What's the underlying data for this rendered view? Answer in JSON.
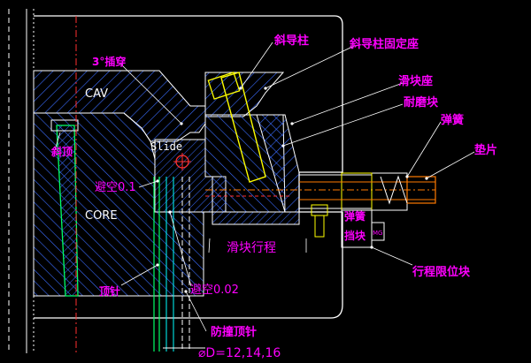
{
  "labels": {
    "guide_pin": "斜导柱",
    "guide_pin_seat": "斜导柱固定座",
    "insert_angle": "3°插穿",
    "slide_seat": "滑块座",
    "wear_block": "耐磨块",
    "spring": "弹簧",
    "shim": "垫片",
    "lifter": "斜顶",
    "cav": "CAV",
    "slide": "Slide",
    "core": "CORE",
    "clearance_01": "避空0.1",
    "spring_stopper": "弹簧\n挡块",
    "stroke": "滑块行程",
    "stroke_limit": "行程限位块",
    "ejector_pin": "顶针",
    "clearance_002": "避空0.02",
    "anti_collision_pin": "防撞顶针",
    "diameter": "⌀D=12,14,16",
    "mg": "MG"
  },
  "colors": {
    "background": "#000000",
    "outline": "#ffffff",
    "label": "#ff00ff",
    "hatch": "#3a6cff",
    "pin_green": "#00ff66",
    "cyan": "#00ffff",
    "red": "#ff3030",
    "orange": "#ff7a00",
    "yellow": "#ffff00"
  }
}
